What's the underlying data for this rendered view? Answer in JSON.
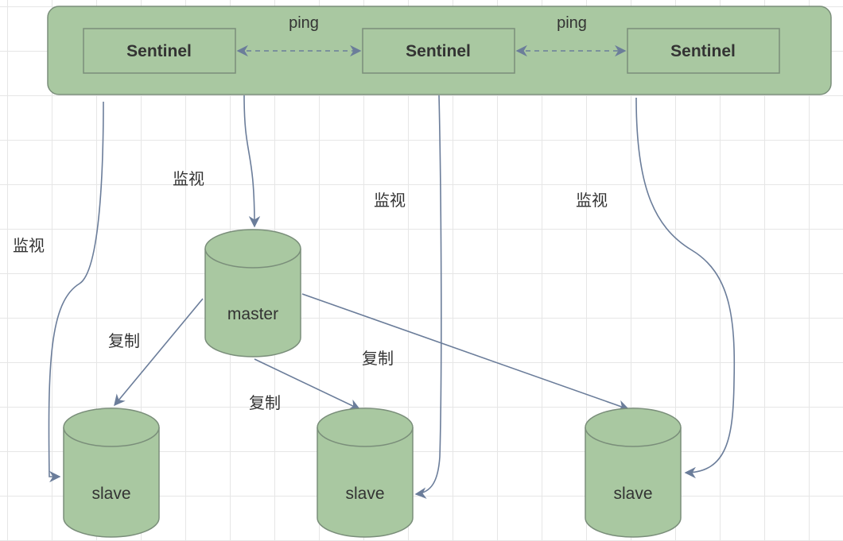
{
  "colors": {
    "node_fill": "#a9c8a1",
    "node_stroke": "#7a8e7a",
    "edge_stroke": "#6b7d9a",
    "text": "#333333"
  },
  "sentinels": [
    {
      "label": "Sentinel"
    },
    {
      "label": "Sentinel"
    },
    {
      "label": "Sentinel"
    }
  ],
  "ping_labels": [
    "ping",
    "ping"
  ],
  "monitor_labels": [
    "监视",
    "监视",
    "监视",
    "监视"
  ],
  "replicate_labels": [
    "复制",
    "复制",
    "复制"
  ],
  "master": {
    "label": "master"
  },
  "slaves": [
    {
      "label": "slave"
    },
    {
      "label": "slave"
    },
    {
      "label": "slave"
    }
  ]
}
